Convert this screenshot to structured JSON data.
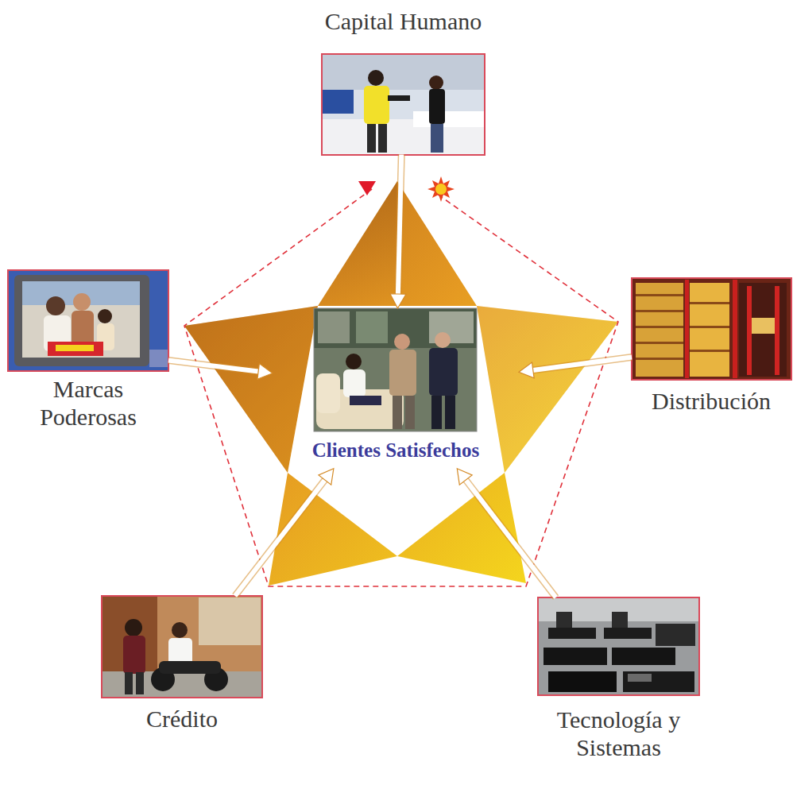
{
  "diagram": {
    "nodes": [
      {
        "text": [
          "Capital Humano"
        ]
      },
      {
        "text": [
          "Marcas Poderosas"
        ]
      },
      {
        "text": [
          "Clientes Satisfechos"
        ]
      },
      {
        "text": [
          "Distribución"
        ]
      },
      {
        "text": [
          "Crédito"
        ]
      },
      {
        "text": [
          "Tecnología y Sistemas"
        ]
      }
    ],
    "edges": [
      {
        "from": 0,
        "to": 2,
        "arrow": "to"
      },
      {
        "from": 1,
        "to": 2,
        "arrow": "to"
      },
      {
        "from": 3,
        "to": 2,
        "arrow": "to"
      },
      {
        "from": 4,
        "to": 2,
        "arrow": "to"
      },
      {
        "from": 5,
        "to": 2,
        "arrow": "to"
      }
    ]
  }
}
